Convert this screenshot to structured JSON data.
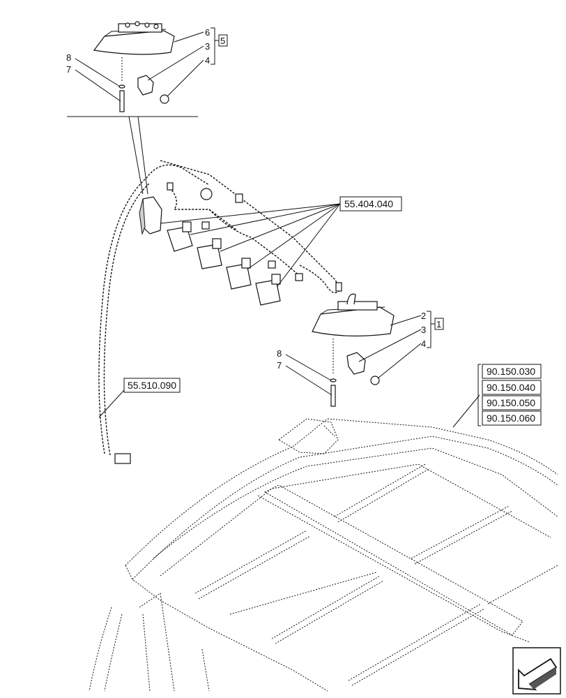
{
  "callouts_top": {
    "n6": "6",
    "n3": "3",
    "n4": "4",
    "n8": "8",
    "n7": "7",
    "group": "5"
  },
  "callouts_mid": {
    "n2": "2",
    "n3": "3",
    "n4": "4",
    "n8": "8",
    "n7": "7",
    "group": "1"
  },
  "refs": {
    "harness_lights": "55.404.040",
    "harness_cab": "55.510.090",
    "roof_1": "90.150.030",
    "roof_2": "90.150.040",
    "roof_3": "90.150.050",
    "roof_4": "90.150.060"
  },
  "icons": {
    "nav": "arrow-back-icon"
  }
}
